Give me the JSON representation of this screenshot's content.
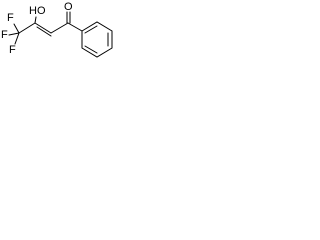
{
  "structure": {
    "atom_labels": {
      "f_top": "F",
      "f_left": "F",
      "f_bottom": "F",
      "hydroxyl": "HO",
      "carbonyl_oxygen": "O"
    },
    "colors": {
      "bond": "#000000",
      "label": "#000000",
      "background": "#ffffff"
    }
  }
}
